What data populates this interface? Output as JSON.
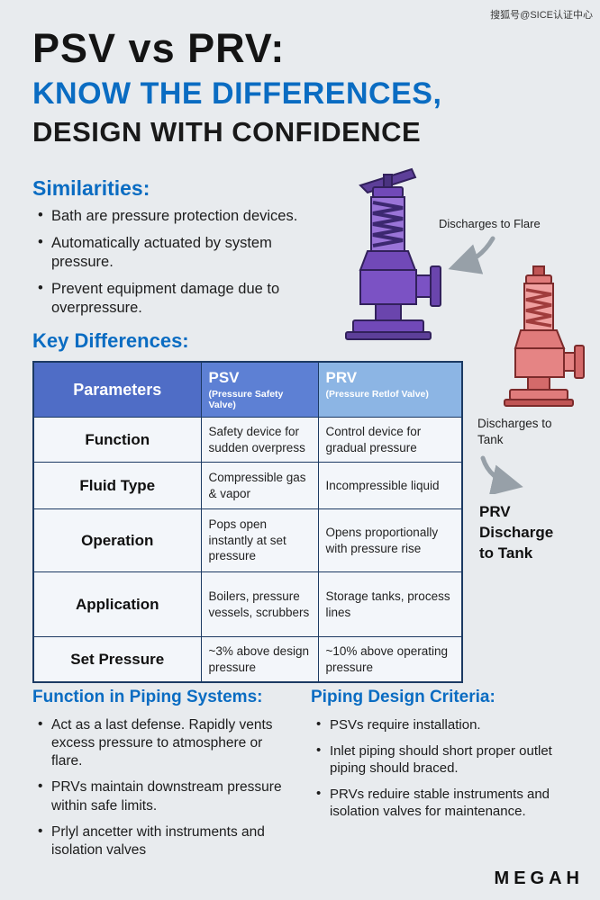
{
  "watermark": {
    "text": "搜狐号@SICE认证中心"
  },
  "header": {
    "line1": "PSV vs PRV:",
    "line2": "KNOW THE DIFFERENCES,",
    "line3": "DESIGN WITH CONFIDENCE"
  },
  "similarities": {
    "heading": "Similarities:",
    "items": [
      "Bath are pressure protection devices.",
      "Automatically actuated by system pressure.",
      "Prevent equipment damage due to overpressure."
    ]
  },
  "illustrations": {
    "flare_label": "Discharges to Flare",
    "tank_label": "Discharges to Tank",
    "prv_caption": "PRV Discharge to Tank"
  },
  "key_differences": {
    "heading": "Key Differences:",
    "columns": [
      {
        "title": "Parameters",
        "subtitle": ""
      },
      {
        "title": "PSV",
        "subtitle": "(Pressure Safety Valve)"
      },
      {
        "title": "PRV",
        "subtitle": "(Pressure Retlof Valve)"
      }
    ],
    "rows": [
      {
        "param": "Function",
        "psv": "Safety device for sudden overpress",
        "prv": "Control device for gradual pressure"
      },
      {
        "param": "Fluid Type",
        "psv": "Compressible gas & vapor",
        "prv": "Incompressible liquid"
      },
      {
        "param": "Operation",
        "psv": "Pops open instantly at set pressure",
        "prv": "Opens proportionally with pressure rise"
      },
      {
        "param": "Application",
        "psv": "Boilers, pressure vessels, scrubbers",
        "prv": "Storage tanks, process lines"
      },
      {
        "param": "Set Pressure",
        "psv": "~3% above design pressure",
        "prv": "~10% above operating pressure"
      }
    ]
  },
  "piping_function": {
    "heading": "Function in Piping Systems:",
    "items": [
      "Act as a last defense. Rapidly vents excess pressure to atmosphere or flare.",
      "PRVs maintain downstream pressure within safe limits.",
      "Prlyl ancetter with instruments and isolation valves"
    ]
  },
  "piping_criteria": {
    "heading": "Piping Design Criteria:",
    "items": [
      "PSVs require installation.",
      "Inlet piping should short proper outlet piping should braced.",
      "PRVs reduire stable instruments and isolation valves for maintenance."
    ]
  },
  "footer": {
    "brand": "MEGAH"
  },
  "colors": {
    "background": "#e8ebee",
    "accent_blue": "#0a6cc2",
    "table_header_params": "#4f6dc6",
    "table_header_psv": "#5d80d4",
    "table_header_prv": "#8cb5e4",
    "psv_valve_purple": "#7b52c4",
    "prv_valve_red": "#e07b7b"
  }
}
